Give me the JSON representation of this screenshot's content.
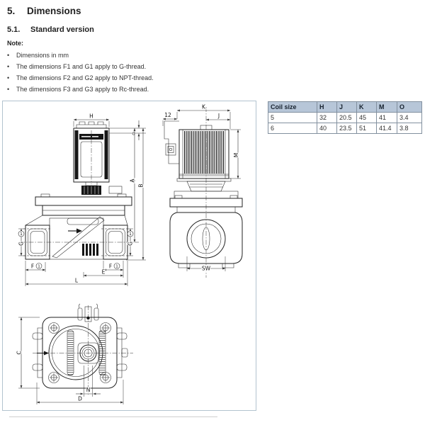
{
  "page": {
    "section": {
      "number": "5.",
      "title": "Dimensions"
    },
    "subsection": {
      "number": "5.1.",
      "title": "Standard version"
    },
    "note_label": "Note:",
    "bullet": "•",
    "notes": [
      "Dimensions in mm",
      "The dimensions F1 and G1 apply to G-thread.",
      "The dimensions F2 and G2 apply to NPT-thread.",
      "The dimensions F3 and G3 apply to Rc-thread."
    ]
  },
  "table": {
    "headers": [
      "Coil size",
      "H",
      "J",
      "K",
      "M",
      "O"
    ],
    "rows": [
      [
        "5",
        "32",
        "20.5",
        "45",
        "41",
        "3.4"
      ],
      [
        "6",
        "40",
        "23.5",
        "51",
        "41.4",
        "3.8"
      ]
    ]
  },
  "drawing": {
    "labels": {
      "h": "H",
      "o": "O",
      "a": "A",
      "b": "B",
      "g": "G",
      "f": "F",
      "e": "E",
      "l": "L",
      "twelve": "12",
      "k": "K",
      "j": "J",
      "m": "M",
      "sw": "SW",
      "c": "C",
      "n": "N",
      "d": "D",
      "port_marker": "1"
    }
  },
  "colors": {
    "table_header_bg": "#b7c6d8",
    "table_border": "#82909f",
    "panel_border": "#b3c3cf",
    "line": "#222222"
  }
}
